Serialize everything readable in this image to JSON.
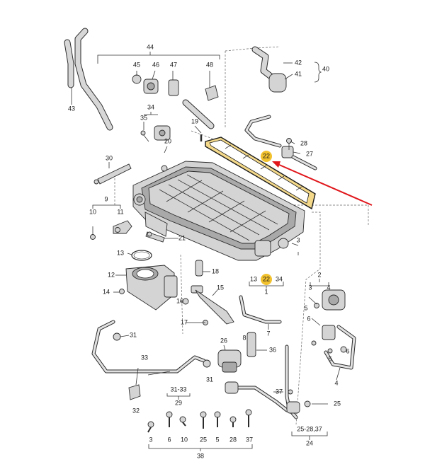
{
  "diagram": {
    "highlight_color": "#f2c12e",
    "arrow_color": "#e0161b",
    "callouts": {
      "c1": "1",
      "c2": "2",
      "c3a": "3",
      "c3b": "3",
      "c3c": "3",
      "c4a": "4",
      "c4b": "4",
      "c5a": "5",
      "c5b": "5",
      "c6a": "6",
      "c6b": "6",
      "c7": "7",
      "c8": "8",
      "c9": "9",
      "c10a": "10",
      "c10b": "10",
      "c11": "11",
      "c12": "12",
      "c13a": "13",
      "c13b": "13",
      "c14": "14",
      "c15": "15",
      "c16": "16",
      "c17": "17",
      "c18": "18",
      "c19": "19",
      "c20": "20",
      "c21": "21",
      "c22a": "22",
      "c22b": "22",
      "c24": "24",
      "c25a": "25",
      "c25b": "25",
      "c26": "26",
      "c27": "27",
      "c28": "28",
      "c29": "29",
      "c30": "30",
      "c31a": "31",
      "c31b": "31",
      "c3133": "31-33",
      "c32": "32",
      "c33": "33",
      "c34a": "34",
      "c34b": "34",
      "c35": "35",
      "c36": "36",
      "c37a": "37",
      "c37b": "37",
      "c38": "38",
      "c40": "40",
      "c41": "41",
      "c42": "42",
      "c43": "43",
      "c44": "44",
      "c45": "45",
      "c46": "46",
      "c47": "47",
      "c48": "48",
      "c2528": "25-28,37"
    }
  }
}
